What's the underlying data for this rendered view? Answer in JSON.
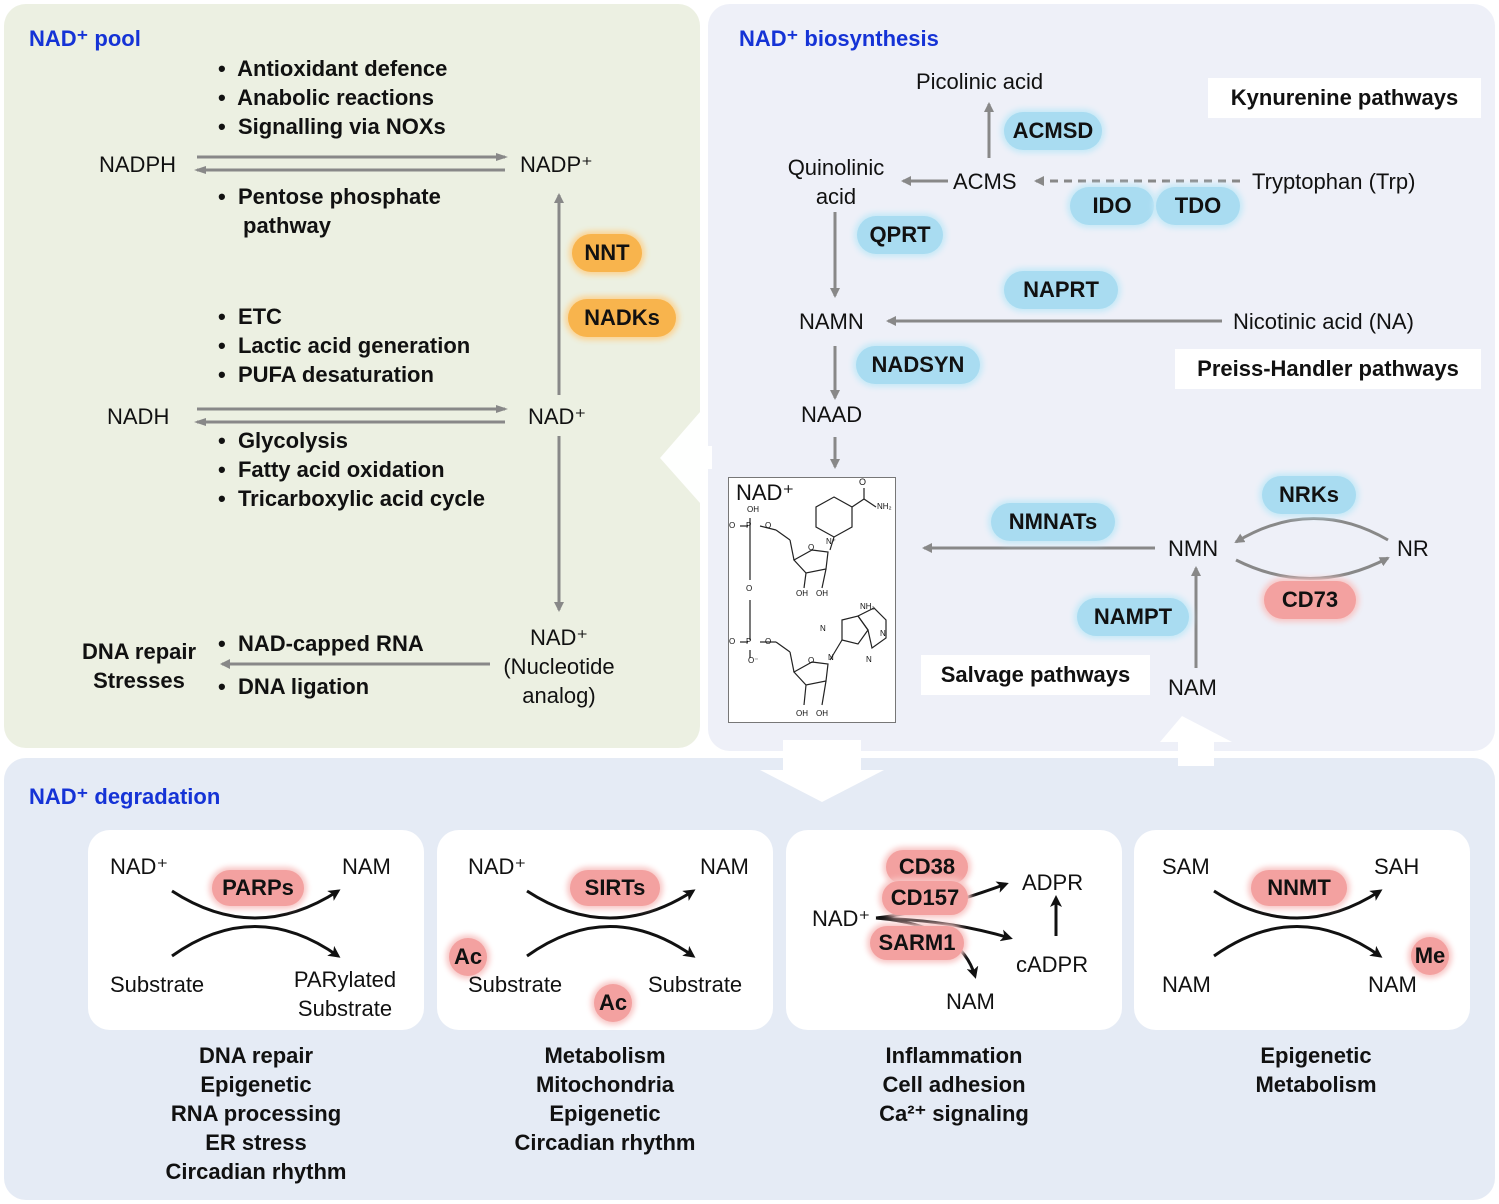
{
  "pool": {
    "title": "NAD⁺ pool",
    "nadph": "NADPH",
    "nadp": "NADP⁺",
    "top_bullets": [
      "Antioxidant defence",
      "Anabolic reactions",
      "Signalling via NOXs"
    ],
    "ppp_line1": "Pentose phosphate",
    "ppp_line2": "pathway",
    "mid_bullets": [
      "ETC",
      "Lactic acid generation",
      "PUFA desaturation"
    ],
    "nadh": "NADH",
    "nad": "NAD⁺",
    "low_bullets": [
      "Glycolysis",
      "Fatty acid oxidation",
      "Tricarboxylic acid cycle"
    ],
    "nnt": "NNT",
    "nadks": "NADKs",
    "nad_analog_1": "NAD⁺",
    "nad_analog_2": "(Nucleotide",
    "nad_analog_3": "analog)",
    "rna_bullets": [
      "NAD-capped RNA",
      "DNA ligation"
    ],
    "dna_repair": "DNA repair",
    "stresses": "Stresses"
  },
  "bio": {
    "title": "NAD⁺ biosynthesis",
    "picolinic": "Picolinic acid",
    "acmsd": "ACMSD",
    "kynurenine": "Kynurenine pathways",
    "quinolinic_1": "Quinolinic",
    "quinolinic_2": "acid",
    "acms": "ACMS",
    "tryptophan": "Tryptophan (Trp)",
    "ido": "IDO",
    "tdo": "TDO",
    "qprt": "QPRT",
    "naprt": "NAPRT",
    "namn": "NAMN",
    "nicotinic": "Nicotinic acid (NA)",
    "nadsyn": "NADSYN",
    "preiss": "Preiss-Handler pathways",
    "naad": "NAAD",
    "nad_struct": "NAD⁺",
    "nrks": "NRKs",
    "nmnats": "NMNATs",
    "nmn": "NMN",
    "nr": "NR",
    "cd73": "CD73",
    "nampt": "NAMPT",
    "salvage": "Salvage pathways",
    "nam": "NAM",
    "struct_labels": {
      "o_top": "O",
      "nh2_top": "NH₂",
      "oh": "OH",
      "o": "O",
      "p": "P",
      "n_plus": "N⁺",
      "nh2": "NH₂",
      "n": "N",
      "o_minus": "O⁻"
    }
  },
  "deg": {
    "title": "NAD⁺ degradation",
    "cards": [
      {
        "left_top": "NAD⁺",
        "right_top": "NAM",
        "enzyme": "PARPs",
        "left_bottom": "Substrate",
        "right_bottom_1": "PARylated",
        "right_bottom_2": "Substrate",
        "roles": [
          "DNA repair",
          "Epigenetic",
          "RNA processing",
          "ER stress",
          "Circadian rhythm"
        ]
      },
      {
        "left_top": "NAD⁺",
        "right_top": "NAM",
        "enzyme": "SIRTs",
        "left_bottom": "Substrate",
        "right_bottom": "Substrate",
        "ac": "Ac",
        "roles": [
          "Metabolism",
          "Mitochondria",
          "Epigenetic",
          "Circadian rhythm"
        ]
      },
      {
        "cd38": "CD38",
        "cd157": "CD157",
        "sarm1": "SARM1",
        "nad": "NAD⁺",
        "adpr": "ADPR",
        "cadpr": "cADPR",
        "nam": "NAM",
        "roles": [
          "Inflammation",
          "Cell adhesion",
          "Ca²⁺ signaling"
        ]
      },
      {
        "left_top": "SAM",
        "right_top": "SAH",
        "enzyme": "NNMT",
        "left_bottom": "NAM",
        "right_bottom": "NAM",
        "me": "Me",
        "roles": [
          "Epigenetic",
          "Metabolism"
        ]
      }
    ]
  },
  "colors": {
    "title_blue": "#1533d6",
    "pool_bg": "#ecf0e2",
    "bio_bg": "#eef0f8",
    "deg_bg": "#e5ebf5",
    "enzyme_blue": "#a9dcf1",
    "enzyme_orange": "#f8b44d",
    "enzyme_pink": "#f3a1a0",
    "arrow_gray": "#888888"
  }
}
